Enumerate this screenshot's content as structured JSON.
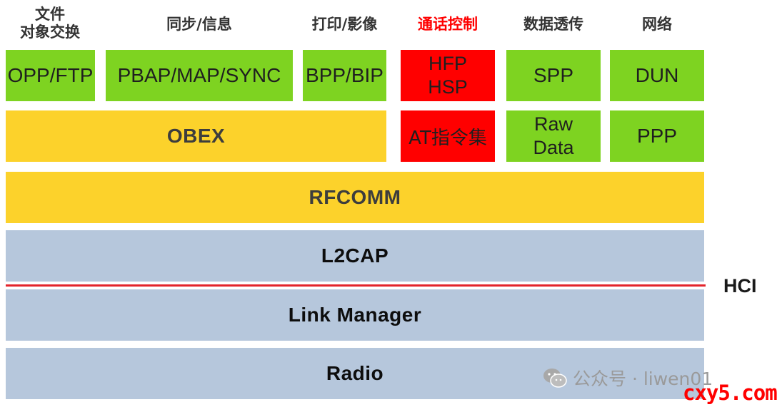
{
  "headers": {
    "obj_line1": "文件",
    "obj_line2": "对象交换",
    "sync": "同步/信息",
    "print": "打印/影像",
    "call": "通话控制",
    "transport": "数据透传",
    "network": "网络"
  },
  "profiles": {
    "opp_ftp": "OPP/FTP",
    "pbap": "PBAP/MAP/SYNC",
    "bpp": "BPP/BIP",
    "hfp": "HFP",
    "hsp": "HSP",
    "spp": "SPP",
    "dun": "DUN"
  },
  "layer2": {
    "obex": "OBEX",
    "at": "AT指令集",
    "raw": "Raw",
    "data": "Data",
    "ppp": "PPP"
  },
  "stack": {
    "rfcomm": "RFCOMM",
    "l2cap": "L2CAP",
    "link_manager": "Link Manager",
    "radio": "Radio"
  },
  "hci": "HCI",
  "watermark": "公众号 · liwen01",
  "site": "cxy5.com",
  "colors": {
    "green": "#7ed321",
    "red": "#ff0000",
    "yellow": "#fcd22b",
    "blue": "#b6c7dc",
    "hci_line": "#e3242b"
  }
}
